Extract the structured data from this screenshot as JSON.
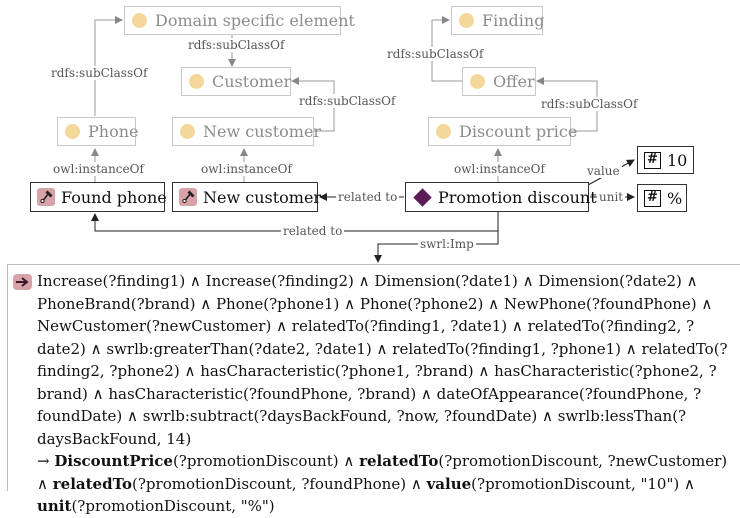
{
  "classes": {
    "domain_specific_element": "Domain specific element",
    "customer": "Customer",
    "phone": "Phone",
    "new_customer": "New customer",
    "finding": "Finding",
    "offer": "Offer",
    "discount_price": "Discount price"
  },
  "individuals": {
    "found_phone": "Found phone",
    "new_customer": "New customer",
    "promotion_discount": "Promotion discount"
  },
  "literals": {
    "value": "10",
    "unit": "%"
  },
  "edge_labels": {
    "subclass_1": "rdfs:subClassOf",
    "subclass_2": "rdfs:subClassOf",
    "subclass_3": "rdfs:subClassOf",
    "subclass_4": "rdfs:subClassOf",
    "instance_1": "owl:instanceOf",
    "instance_2": "owl:instanceOf",
    "instance_3": "owl:instanceOf",
    "related_to_1": "related to",
    "related_to_2": "related to",
    "value": "value",
    "unit": "unit",
    "swrl_imp": "swrl:Imp"
  },
  "rule": {
    "antecedent_1": "Increase(?finding1) ∧ Increase(?finding2) ∧ Dimension(?date1) ∧ Dimension(?date2) ∧ PhoneBrand(?brand) ∧ Phone(?phone1) ∧ Phone(?phone2) ∧ NewPhone(?foundPhone) ∧ NewCustomer(?newCustomer) ∧ relatedTo(?finding1, ?date1) ∧ relatedTo(?finding2, ?date2) ∧ swrlb:greaterThan(?date2, ?date1) ∧ relatedTo(?finding1, ?phone1) ∧ relatedTo(?finding2, ?phone2) ∧ hasCharacteristic(?phone1, ?brand) ∧ hasCharacteristic(?phone2, ?brand) ∧ hasCharacteristic(?foundPhone, ?brand) ∧ dateOfAppearance(?foundPhone, ?foundDate)  ∧ swrlb:subtract(?daysBackFound, ?now, ?foundDate) ∧ swrlb:lessThan(?daysBackFound, 14)",
    "arrow": "→",
    "c1_name": "DiscountPrice",
    "c1_args": "(?promotionDiscount) ∧ ",
    "c2_name": "relatedTo",
    "c2_args": "(?promotionDiscount, ?newCustomer) ∧ ",
    "c3_name": "relatedTo",
    "c3_args": "(?promotionDiscount, ?foundPhone) ∧ ",
    "c4_name": "value",
    "c4_args": "(?promotionDiscount,  \"10\") ∧ ",
    "c5_name": "unit",
    "c5_args": "(?promotionDiscount,  \"%\")"
  }
}
